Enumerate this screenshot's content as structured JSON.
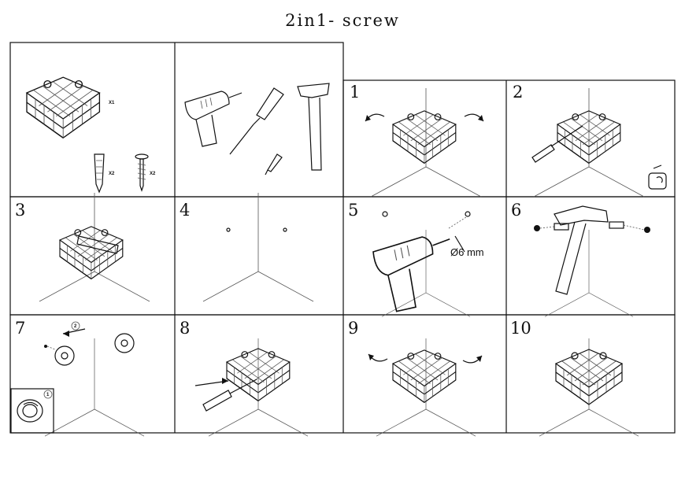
{
  "title": "2in1- screw",
  "parts_panel": {
    "basket_qty": "X1",
    "anchor_qty": "X2",
    "screw_qty": "X2"
  },
  "steps": [
    {
      "num": "1"
    },
    {
      "num": "2"
    },
    {
      "num": "3"
    },
    {
      "num": "4"
    },
    {
      "num": "5"
    },
    {
      "num": "6"
    },
    {
      "num": "7"
    },
    {
      "num": "8"
    },
    {
      "num": "9"
    },
    {
      "num": "10"
    }
  ],
  "drill_size": "Ø6 mm",
  "step7_markers": {
    "first": "1",
    "second": "2"
  },
  "colors": {
    "line": "#111111",
    "background": "#ffffff"
  }
}
